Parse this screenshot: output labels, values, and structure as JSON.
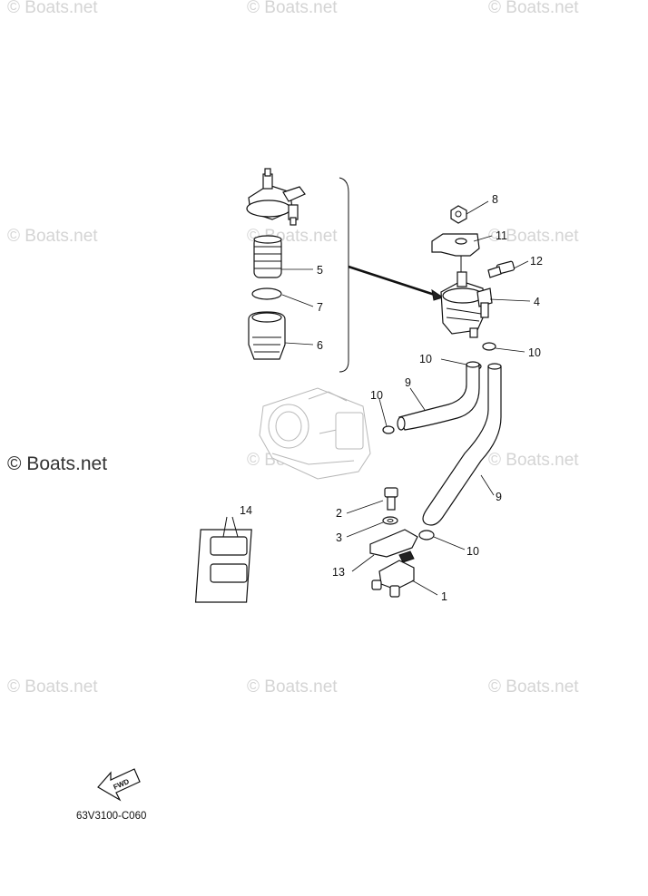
{
  "watermark": {
    "text": "© Boats.net",
    "prominent_text": "© Boats.net"
  },
  "callouts": {
    "c1": "1",
    "c2": "2",
    "c3": "3",
    "c4": "4",
    "c5": "5",
    "c6": "6",
    "c7": "7",
    "c8": "8",
    "c9a": "9",
    "c9b": "9",
    "c10a": "10",
    "c10b": "10",
    "c10c": "10",
    "c10d": "10",
    "c11": "11",
    "c12": "12",
    "c13": "13",
    "c14": "14"
  },
  "forward_label": "FWD",
  "diagram_code": "63V3100-C060",
  "colors": {
    "line": "#111111",
    "watermark": "#d4d4d4",
    "ghost": "#b8b8b8"
  }
}
